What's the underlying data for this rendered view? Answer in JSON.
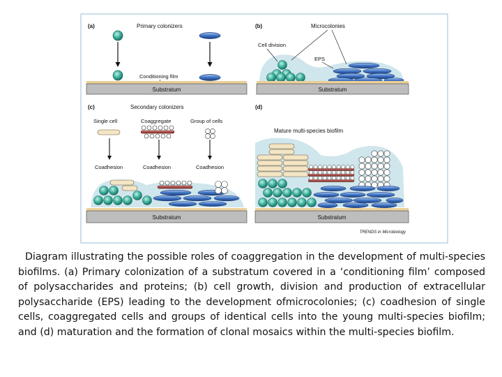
{
  "panels": {
    "a": {
      "letter": "(a)",
      "title": "Primary colonizers",
      "film_label": "Conditioning film",
      "substratum": "Substratum"
    },
    "b": {
      "letter": "(b)",
      "title": "Microcolonies",
      "cell_division": "Cell division",
      "eps": "EPS",
      "substratum": "Substratum"
    },
    "c": {
      "letter": "(c)",
      "title": "Secondary colonizers",
      "single_cell": "Single cell",
      "coaggregate": "Coaggregate",
      "group_of_cells": "Group of cells",
      "coadhesion_1": "Coadhesion",
      "coadhesion_2": "Coadhesion",
      "coadhesion_3": "Coadhesion",
      "substratum": "Substratum"
    },
    "d": {
      "letter": "(d)",
      "title": "Mature multi-species biofilm",
      "substratum": "Substratum"
    },
    "credit": "TRENDS in Microbiology"
  },
  "colors": {
    "teal_cell": "#3fb3a0",
    "blue_rod": "#3f73c4",
    "eps": "#cfe6ec",
    "film": "#ead09a",
    "substratum": "#bdbdbd",
    "cream_cell": "#f4e5c5",
    "red_rod": "#8a2a26"
  },
  "caption": "Diagram illustrating the possible roles of coaggregation in the development of multi-species biofilms. (a) Primary colonization of a substratum covered in a ‘conditioning film’ composed of polysaccharides and proteins; (b) cell growth, division and production of extracellular polysaccharide (EPS) leading to the development ofmicrocolonies; (c) coadhesion of single cells, coaggregated cells and groups of identical cells into the young multi-species biofilm; and (d) maturation and the formation of clonal mosaics within the multi-species biofilm."
}
